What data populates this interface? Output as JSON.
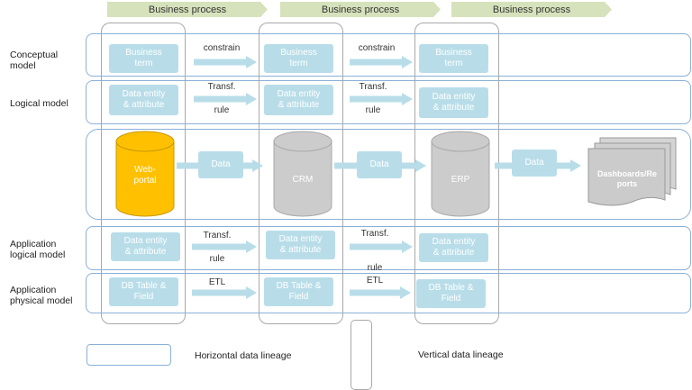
{
  "business_process": [
    "Business process",
    "Business process",
    "Business process"
  ],
  "row_labels": {
    "conceptual": "Conceptual\nmodel",
    "logical": "Logical model",
    "app_logical": "Application\nlogical model",
    "app_physical": "Application\nphysical model"
  },
  "conceptual": {
    "boxes": [
      "Business\nterm",
      "Business\nterm",
      "Business\nterm"
    ],
    "arrows": [
      "constrain",
      "constrain"
    ]
  },
  "logical": {
    "boxes": [
      "Data entity\n& attribute",
      "Data entity\n& attribute",
      "Data entity\n& attribute"
    ],
    "arrow_top": [
      "Transf.",
      "Transf."
    ],
    "arrow_bottom": [
      "rule",
      "rule"
    ]
  },
  "systems": {
    "webportal": "Web-\nportal",
    "crm": "CRM",
    "erp": "ERP",
    "data_labels": [
      "Data",
      "Data",
      "Data"
    ],
    "dashboards": "Dashboards/Re\nports"
  },
  "app_logical": {
    "boxes": [
      "Data entity\n& attribute",
      "Data entity\n& attribute",
      "Data entity\n& attribute"
    ],
    "arrow_top": [
      "Transf.",
      "Transf."
    ],
    "arrow_bottom": [
      "rule",
      "rule"
    ]
  },
  "app_physical": {
    "boxes": [
      "DB Table &\nField",
      "DB Table &\nField",
      "DB Table &\nField"
    ],
    "arrows": [
      "ETL",
      "ETL"
    ]
  },
  "legend": {
    "horizontal": "Horizontal data lineage",
    "vertical": "Vertical data lineage"
  },
  "colors": {
    "box": "#b8dde9",
    "webportal": "#ffc000",
    "db_gray": "#cccccc",
    "band_border": "#8bb0d8",
    "chevron": "#d6e2bb"
  }
}
